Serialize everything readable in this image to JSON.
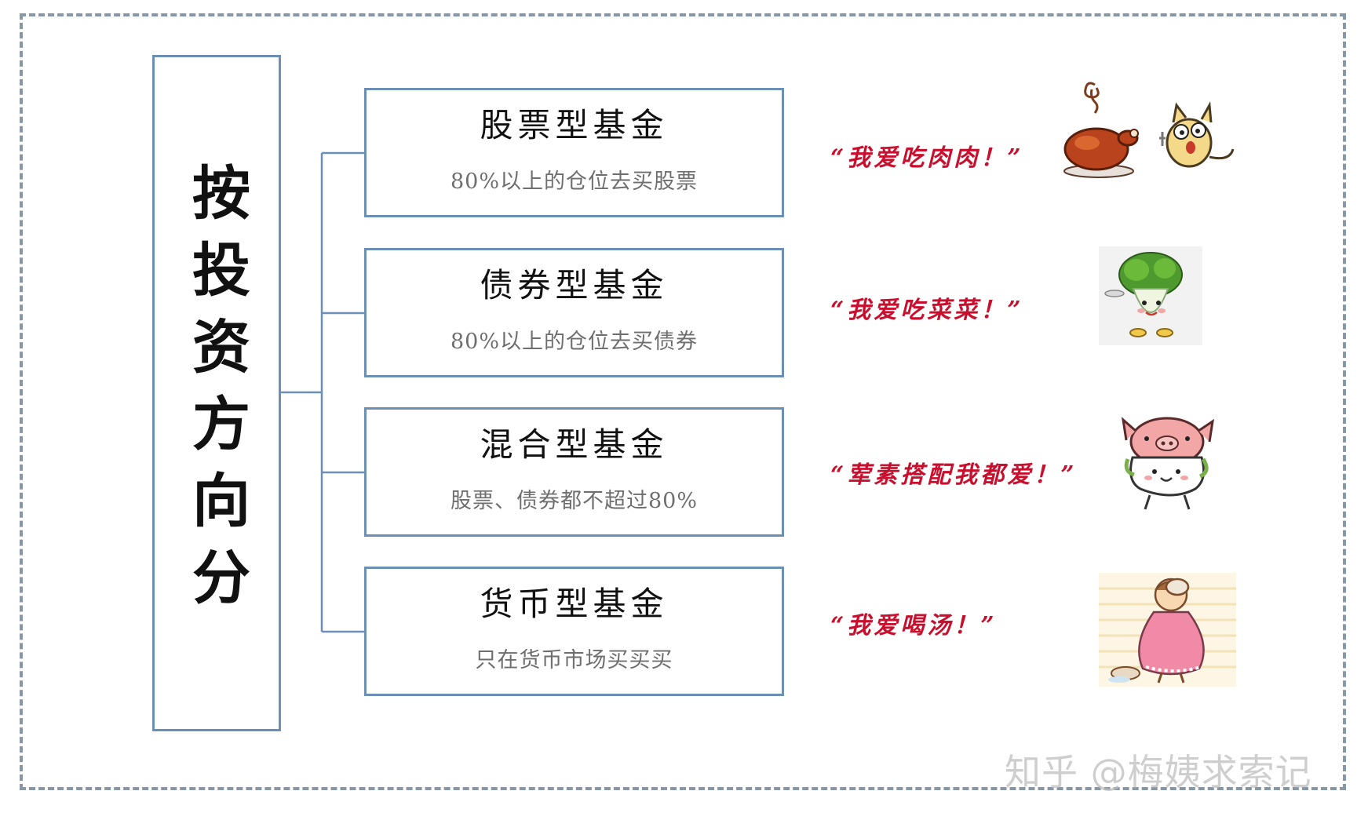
{
  "root": {
    "label": "按投资方向分"
  },
  "categories": [
    {
      "title": "股票型基金",
      "desc": "80%以上的仓位去买股票"
    },
    {
      "title": "债券型基金",
      "desc": "80%以上的仓位去买债券"
    },
    {
      "title": "混合型基金",
      "desc": "股票、债券都不超过80%"
    },
    {
      "title": "货币型基金",
      "desc": "只在货币市场买买买"
    }
  ],
  "quotes": [
    {
      "text": "“我爱吃肉肉！”"
    },
    {
      "text": "“我爱吃菜菜！”"
    },
    {
      "text": "“荤素搭配我都爱！”"
    },
    {
      "text": "“我爱喝汤！”"
    }
  ],
  "illustrations": [
    {
      "icon": "roast-chicken-and-cat-icon"
    },
    {
      "icon": "cabbage-character-icon"
    },
    {
      "icon": "pig-cabbage-character-icon"
    },
    {
      "icon": "girl-drinking-soup-icon"
    }
  ],
  "watermark": {
    "text": "知乎 @梅姨求索记"
  },
  "colors": {
    "box_border": "#6b8fb5",
    "frame_border": "#8797a8",
    "quote": "#c8102e",
    "desc": "#6e6e6e"
  }
}
